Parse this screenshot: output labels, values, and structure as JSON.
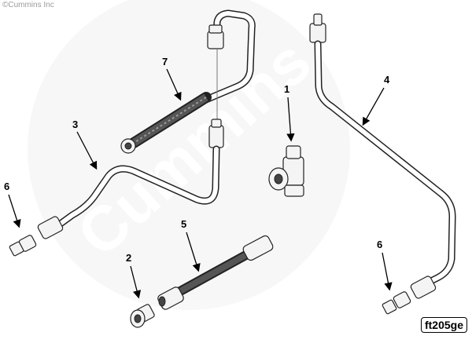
{
  "copyright": "©Cummins Inc",
  "watermark": "Cummins",
  "figure_ref": "ft205ge",
  "callouts": [
    "1",
    "2",
    "3",
    "4",
    "5",
    "6",
    "6",
    "7"
  ]
}
